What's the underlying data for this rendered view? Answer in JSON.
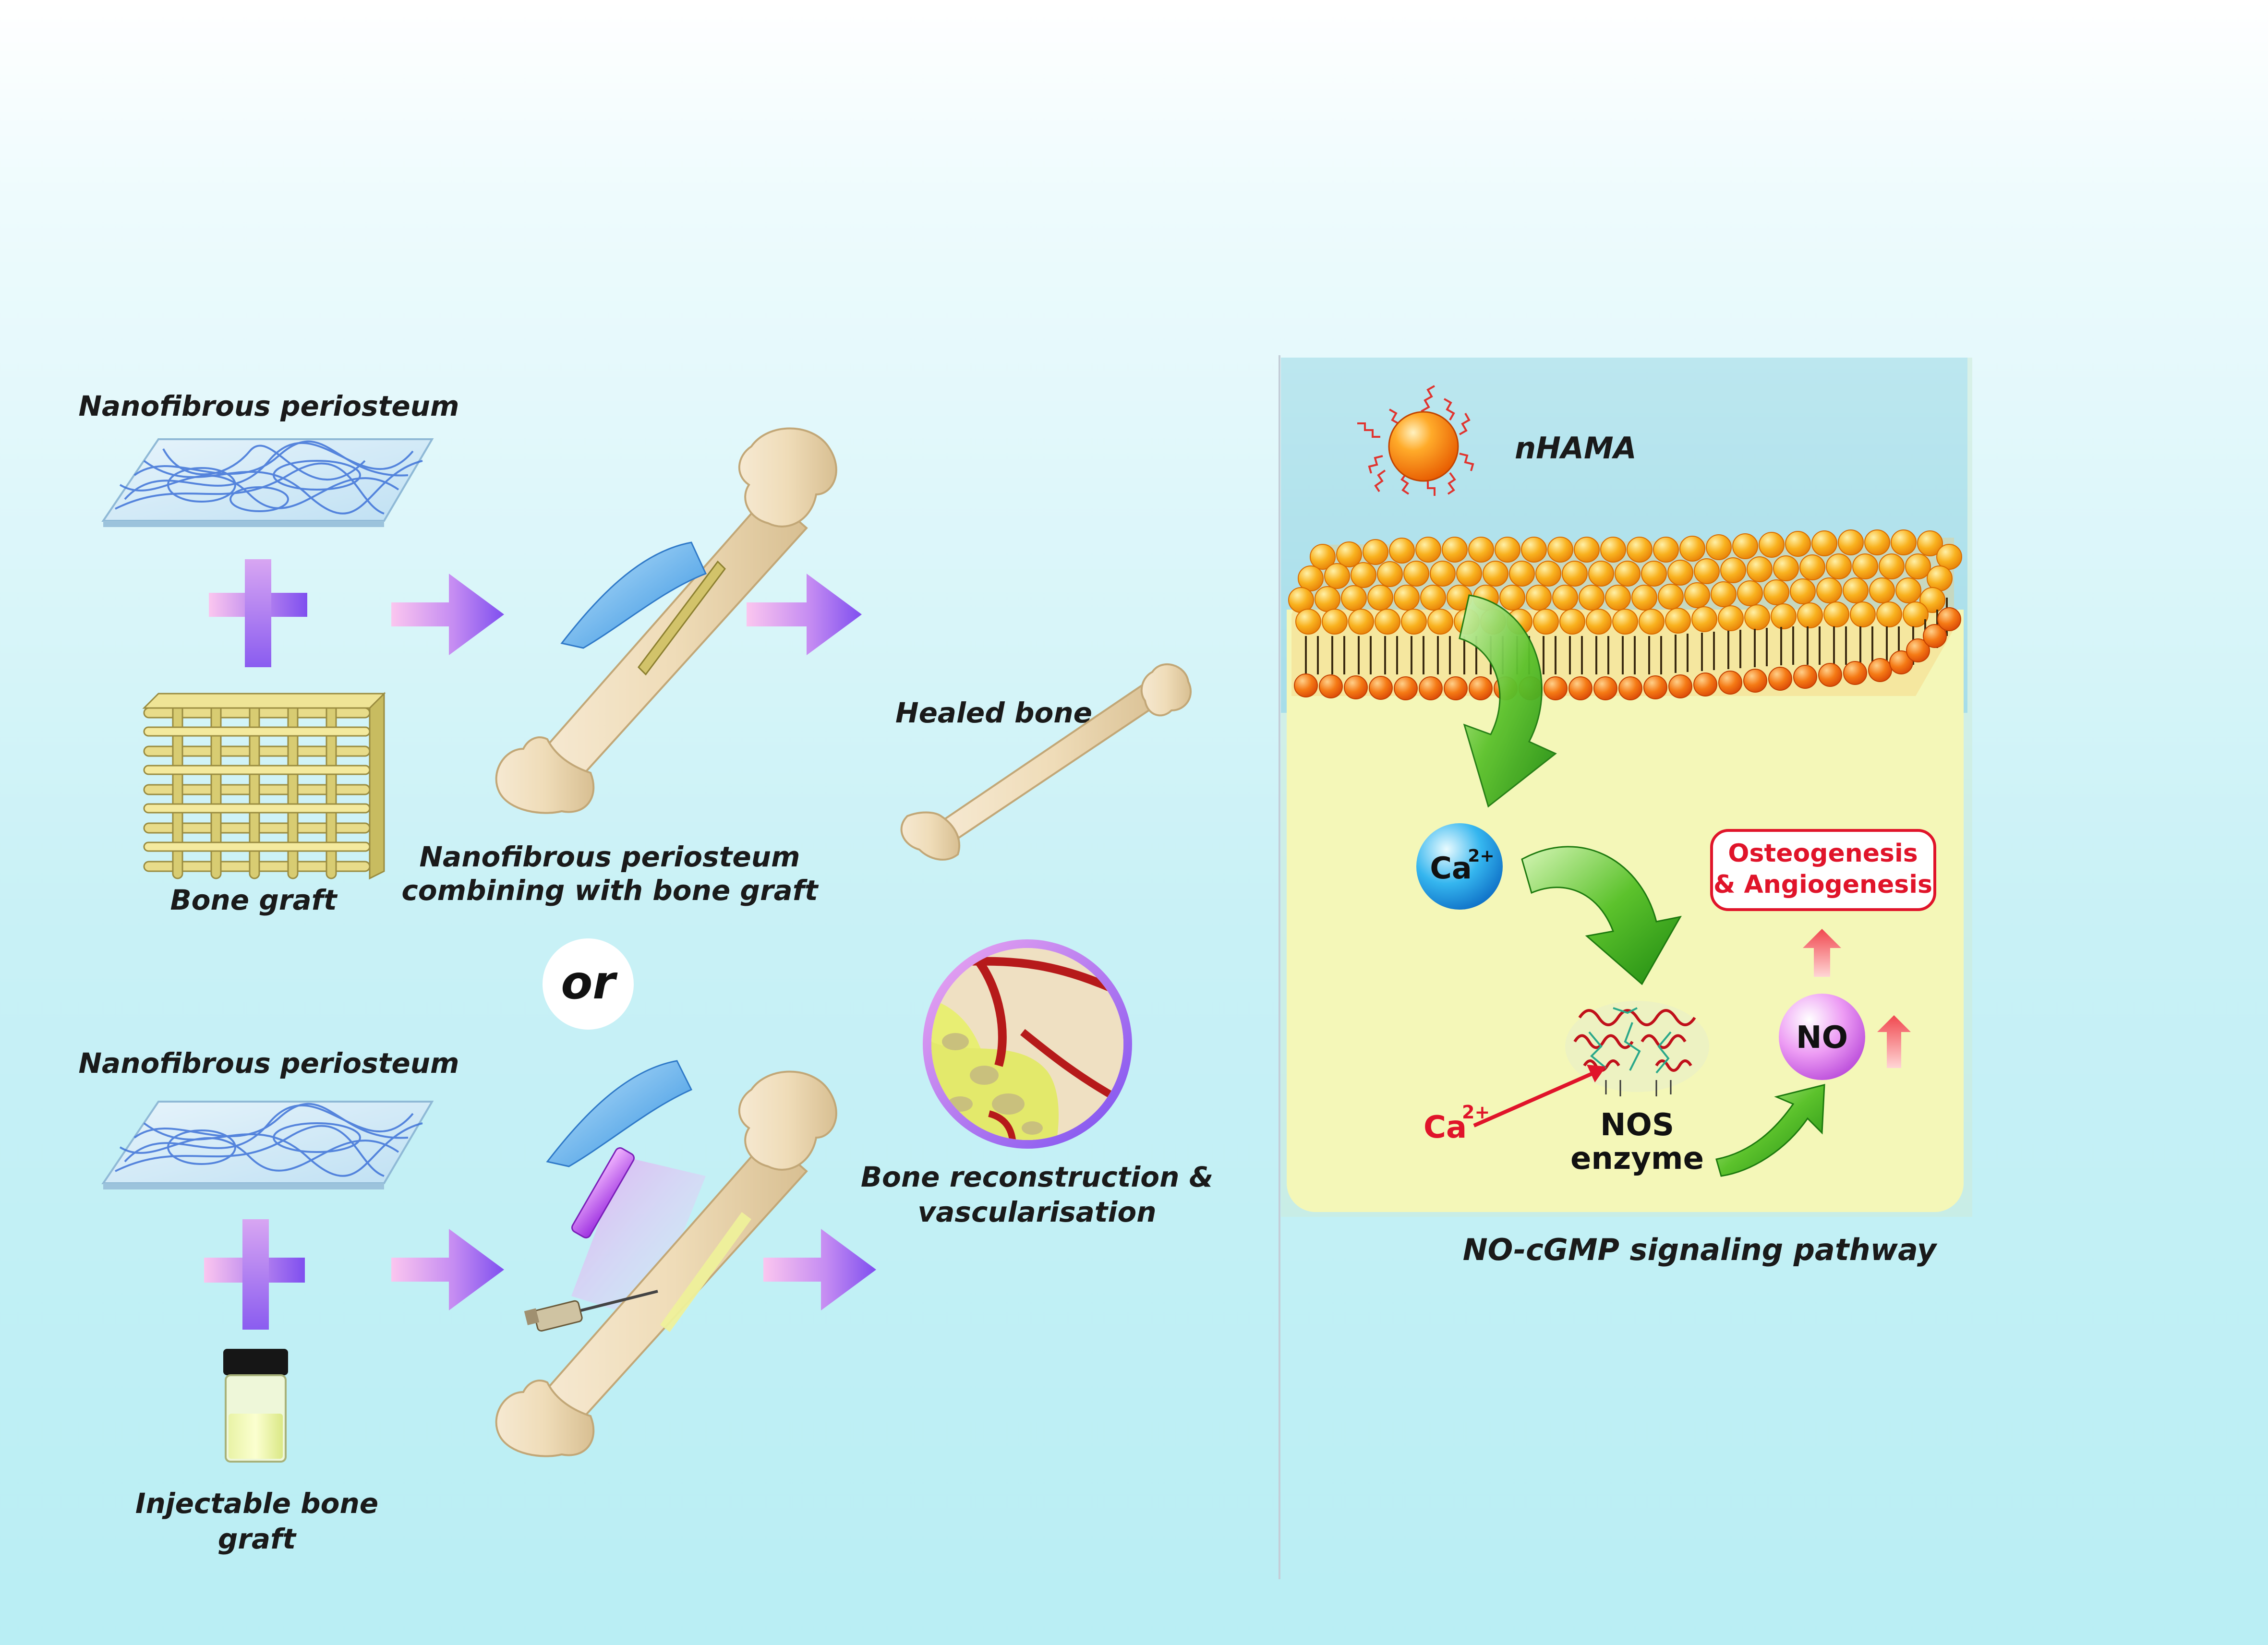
{
  "labels": {
    "periosteum_top": "Nanofibrous periosteum",
    "bone_graft": "Bone graft",
    "combined_line1": "Nanofibrous periosteum",
    "combined_line2": "combining with bone graft",
    "healed_bone": "Healed bone",
    "or": "or",
    "periosteum_bottom": "Nanofibrous periosteum",
    "injectable_line1": "Injectable bone",
    "injectable_line2": "graft",
    "reconstruction_line1": "Bone reconstruction &",
    "reconstruction_line2": "vascularisation",
    "nhama": "nHAMA",
    "ca_top_main": "Ca",
    "ca_top_sup": "2+",
    "ca_red_main": "Ca",
    "ca_red_sup": "2+",
    "nos_line1": "NOS",
    "nos_line2": "enzyme",
    "no": "NO",
    "outcome_line1": "Osteogenesis",
    "outcome_line2": "& Angiogenesis",
    "pathway_caption": "NO-cGMP signaling pathway"
  },
  "colors": {
    "arrow_purple": "#8a5cf0",
    "arrow_pink": "#f5a9e6",
    "membrane_orange": "#f7a91c",
    "cytoplasm_yellow": "#f4f7b8",
    "extracellular_blue": "#b9e7ef",
    "red_text": "#e0142a",
    "green_arrow": "#3cb61c"
  }
}
